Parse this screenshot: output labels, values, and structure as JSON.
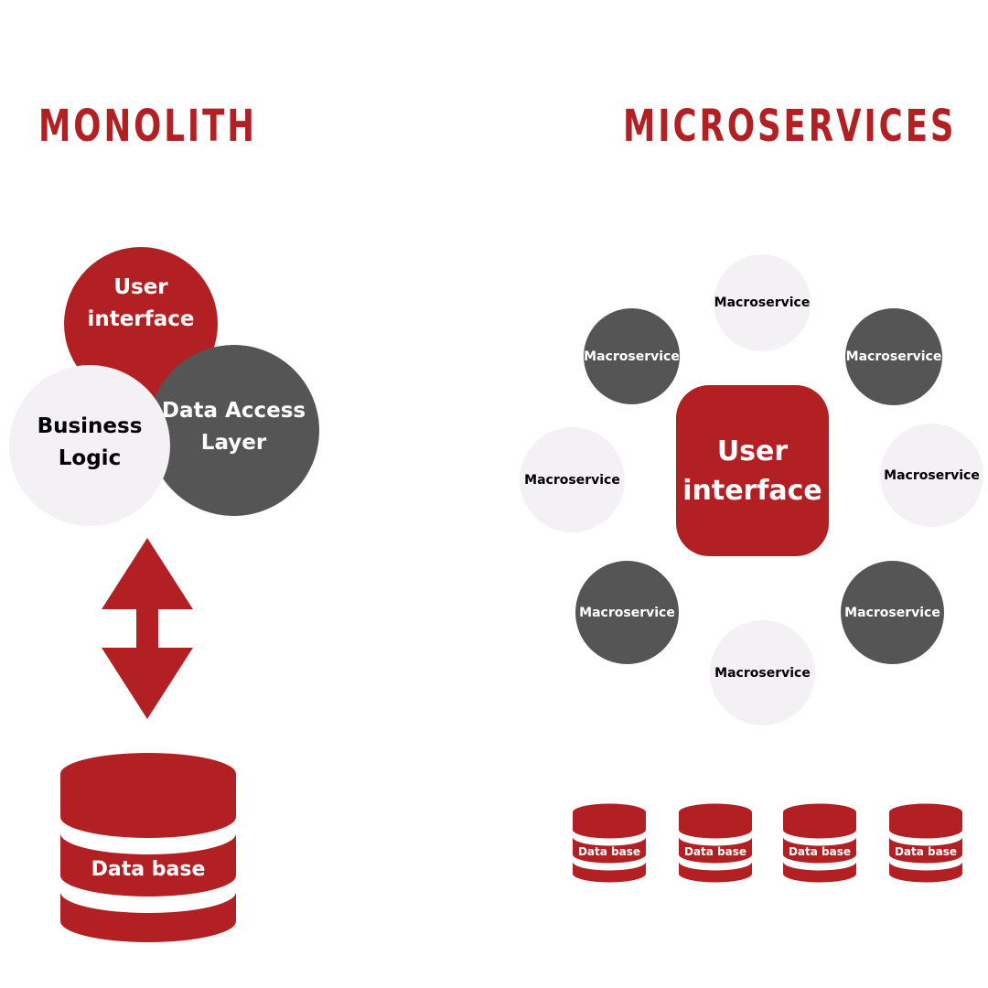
{
  "colors": {
    "red": "#b22024",
    "dark": "#555555",
    "light": "#f3f1f3",
    "white": "#ffffff",
    "black": "#000000"
  },
  "monolith": {
    "title": "MONOLITH",
    "user_interface": "User\ninterface",
    "business_logic": "Business\nLogic",
    "data_access_layer": "Data Access\nLayer",
    "database": "Data base"
  },
  "microservices": {
    "title": "MICROSERVICES",
    "user_interface": "User\ninterface",
    "services": [
      "Macroservice",
      "Macroservice",
      "Macroservice",
      "Macroservice",
      "Macroservice",
      "Macroservice",
      "Macroservice",
      "Macroservice"
    ],
    "databases": [
      "Data base",
      "Data base",
      "Data base",
      "Data base"
    ]
  }
}
